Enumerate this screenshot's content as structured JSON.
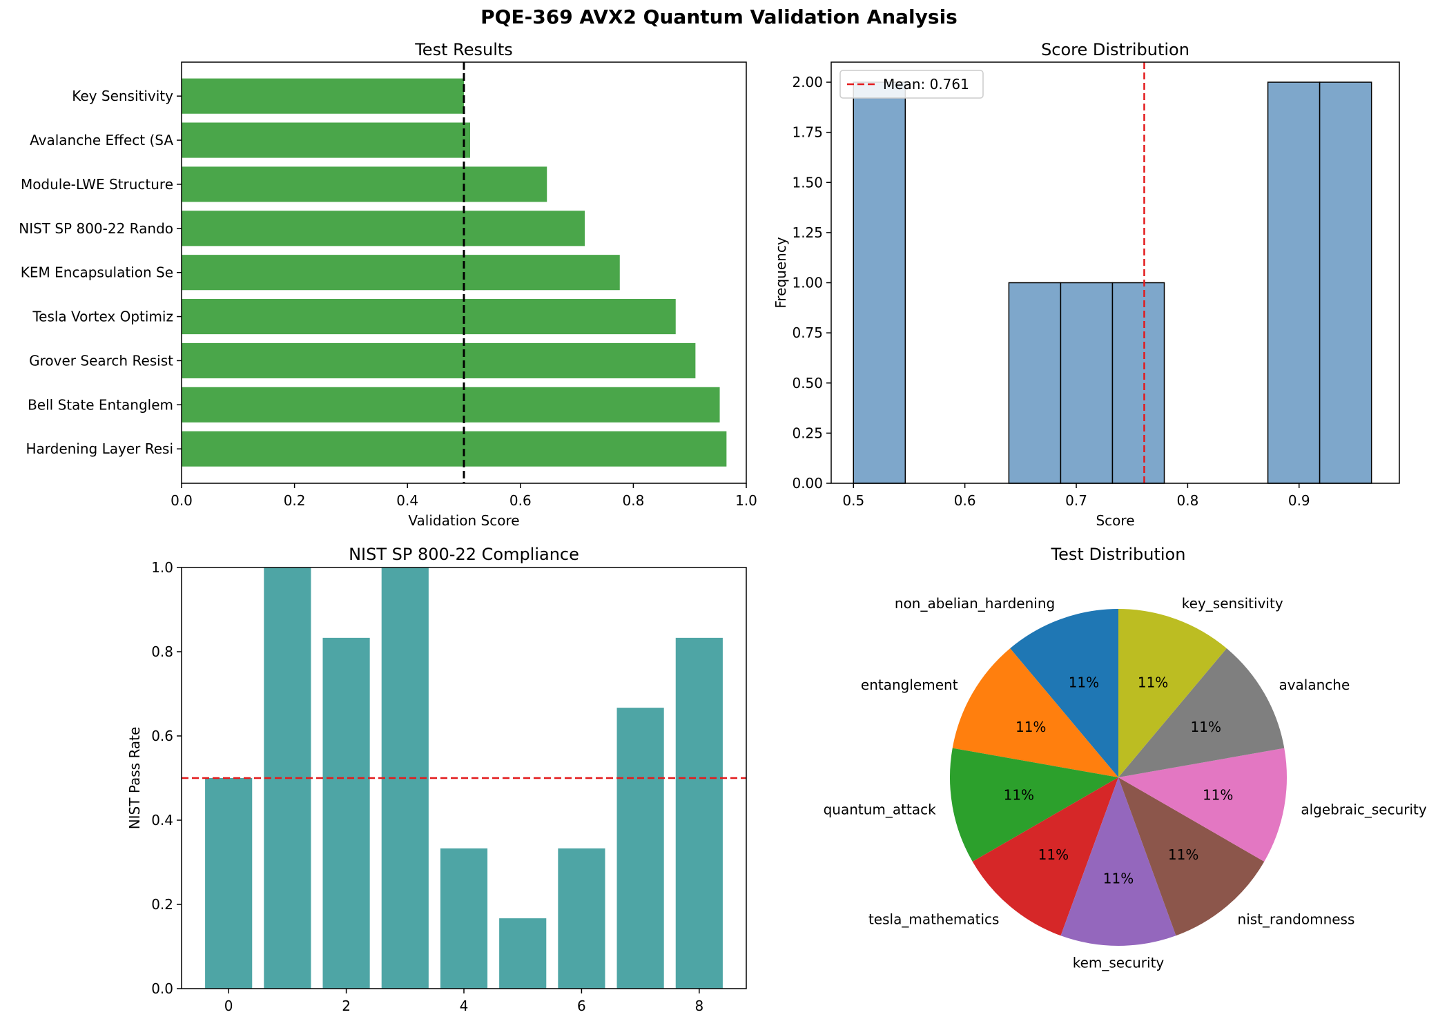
{
  "figure": {
    "suptitle": "PQE-369 AVX2 Quantum Validation Analysis"
  },
  "chart_data": [
    {
      "type": "bar",
      "orientation": "horizontal",
      "title": "Test Results",
      "xlabel": "Validation Score",
      "ylabel": "",
      "xlim": [
        0,
        1.0
      ],
      "xticks": [
        "0.0",
        "0.2",
        "0.4",
        "0.6",
        "0.8",
        "1.0"
      ],
      "categories": [
        "Hardening Layer Resi",
        "Bell State Entanglem",
        "Grover Search Resist",
        "Tesla Vortex Optimiz",
        "KEM Encapsulation Se",
        "NIST SP 800-22 Rando",
        "Module-LWE Structure",
        "Avalanche Effect (SA",
        "Key Sensitivity"
      ],
      "values": [
        0.965,
        0.953,
        0.91,
        0.875,
        0.776,
        0.714,
        0.647,
        0.511,
        0.5
      ],
      "threshold": 0.5,
      "bar_color": "#4aa64a",
      "grid": false
    },
    {
      "type": "histogram",
      "title": "Score Distribution",
      "xlabel": "Score",
      "ylabel": "Frequency",
      "xlim": [
        0.48,
        0.99
      ],
      "ylim": [
        0,
        2.1
      ],
      "xticks": [
        "0.5",
        "0.6",
        "0.7",
        "0.8",
        "0.9"
      ],
      "yticks": [
        "0.00",
        "0.25",
        "0.50",
        "0.75",
        "1.00",
        "1.25",
        "1.50",
        "1.75",
        "2.00"
      ],
      "bins": [
        0.5,
        0.5465,
        0.593,
        0.6395,
        0.686,
        0.7325,
        0.779,
        0.8255,
        0.872,
        0.9185,
        0.965
      ],
      "counts": [
        2,
        0,
        0,
        1,
        1,
        1,
        0,
        0,
        2,
        2
      ],
      "mean": 0.761,
      "legend": "Mean: 0.761",
      "legend_position": "top-left",
      "bar_color": "#7ea7cb",
      "mean_color": "#e31a1c",
      "grid": false
    },
    {
      "type": "bar",
      "title": "NIST SP 800-22 Compliance",
      "xlabel": "",
      "ylabel": "NIST Pass Rate",
      "ylim": [
        0,
        1.0
      ],
      "xlim": [
        -0.8,
        8.8
      ],
      "xticks": [
        "0",
        "2",
        "4",
        "6",
        "8"
      ],
      "yticks": [
        "0.0",
        "0.2",
        "0.4",
        "0.6",
        "0.8",
        "1.0"
      ],
      "x": [
        0,
        1,
        2,
        3,
        4,
        5,
        6,
        7,
        8
      ],
      "values": [
        0.5,
        1.0,
        0.833,
        1.0,
        0.333,
        0.167,
        0.333,
        0.667,
        0.833
      ],
      "threshold": 0.5,
      "bar_color": "#4ea5a5",
      "grid": false
    },
    {
      "type": "pie",
      "title": "Test Distribution",
      "labels": [
        "non_abelian_hardening",
        "entanglement",
        "quantum_attack",
        "tesla_mathematics",
        "kem_security",
        "nist_randomness",
        "algebraic_security",
        "avalanche",
        "key_sensitivity"
      ],
      "values": [
        1,
        1,
        1,
        1,
        1,
        1,
        1,
        1,
        1
      ],
      "pct_labels": [
        "11%",
        "11%",
        "11%",
        "11%",
        "11%",
        "11%",
        "11%",
        "11%",
        "11%"
      ],
      "colors": [
        "#1f77b4",
        "#ff7f0e",
        "#2ca02c",
        "#d62728",
        "#9467bd",
        "#8c564b",
        "#e377c2",
        "#7f7f7f",
        "#bcbd22"
      ],
      "start_angle_deg": 90,
      "direction": "counterclockwise"
    }
  ]
}
